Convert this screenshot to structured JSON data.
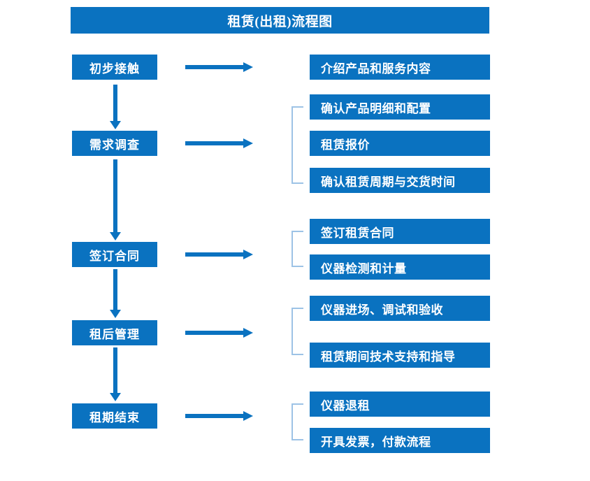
{
  "diagram": {
    "title": "租赁(出租)流程图",
    "theme": {
      "primary": "#0a72c0",
      "bracket": "#9dc3e6",
      "text_on_primary": "#ffffff",
      "background": "#ffffff"
    },
    "stages": [
      {
        "id": "stage-1",
        "label": "初步接触"
      },
      {
        "id": "stage-2",
        "label": "需求调查"
      },
      {
        "id": "stage-3",
        "label": "签订合同"
      },
      {
        "id": "stage-4",
        "label": "租后管理"
      },
      {
        "id": "stage-5",
        "label": "租期结束"
      }
    ],
    "details": [
      {
        "id": "detail-1",
        "label": "介绍产品和服务内容"
      },
      {
        "id": "detail-2",
        "label": "确认产品明细和配置"
      },
      {
        "id": "detail-3",
        "label": "租赁报价"
      },
      {
        "id": "detail-4",
        "label": "确认租赁周期与交货时间"
      },
      {
        "id": "detail-5",
        "label": "签订租赁合同"
      },
      {
        "id": "detail-6",
        "label": "仪器检测和计量"
      },
      {
        "id": "detail-7",
        "label": "仪器进场、调试和验收"
      },
      {
        "id": "detail-8",
        "label": "租赁期间技术支持和指导"
      },
      {
        "id": "detail-9",
        "label": "仪器退租"
      },
      {
        "id": "detail-10",
        "label": "开具发票，付款流程"
      }
    ],
    "groups": [
      {
        "id": "group-1",
        "stage": "需求调查",
        "details": [
          "确认产品明细和配置",
          "租赁报价",
          "确认租赁周期与交货时间"
        ]
      },
      {
        "id": "group-2",
        "stage": "签订合同",
        "details": [
          "签订租赁合同",
          "仪器检测和计量"
        ]
      },
      {
        "id": "group-3",
        "stage": "租后管理",
        "details": [
          "仪器进场、调试和验收",
          "租赁期间技术支持和指导"
        ]
      },
      {
        "id": "group-4",
        "stage": "租期结束",
        "details": [
          "仪器退租",
          "开具发票，付款流程"
        ]
      }
    ],
    "flow_sequence": [
      "初步接触",
      "需求调查",
      "签订合同",
      "租后管理",
      "租期结束"
    ]
  }
}
